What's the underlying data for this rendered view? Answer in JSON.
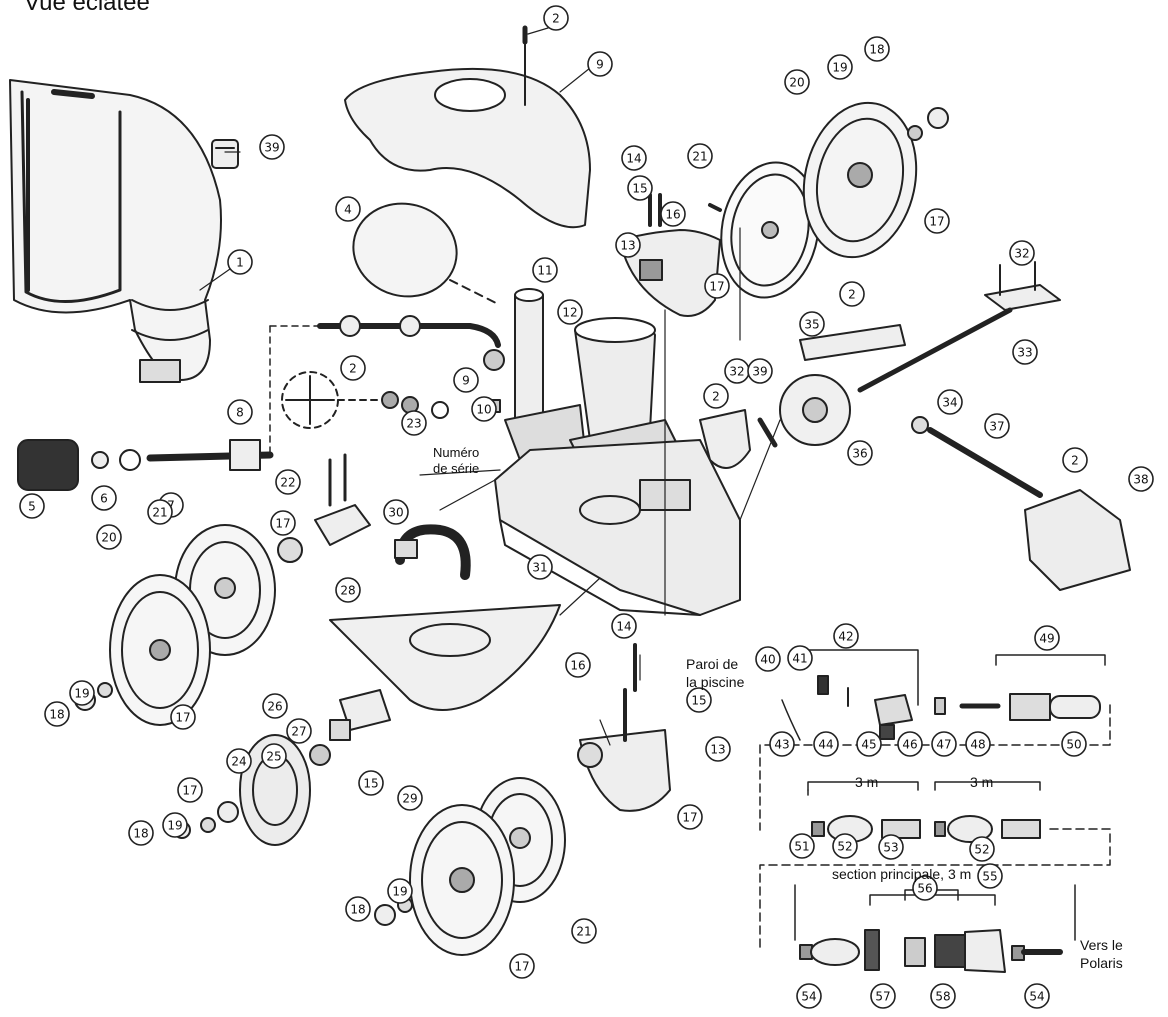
{
  "title": "Vue éclatée",
  "annotations": {
    "serial_number": "Numéro\nde série",
    "pool_wall": "Paroi de\nla piscine",
    "hose_length_1": "3 m",
    "hose_length_2": "3 m",
    "main_section": "section principale, 3 m",
    "to_polaris": "Vers le\nPolaris"
  },
  "callouts": [
    {
      "id": "c-2-top",
      "number": "2"
    },
    {
      "id": "c-9-top",
      "number": "9"
    },
    {
      "id": "c-18-tr",
      "number": "18"
    },
    {
      "id": "c-19-tr",
      "number": "19"
    },
    {
      "id": "c-20-tr",
      "number": "20"
    },
    {
      "id": "c-39-top",
      "number": "39"
    },
    {
      "id": "c-21-tr",
      "number": "21"
    },
    {
      "id": "c-14-t",
      "number": "14"
    },
    {
      "id": "c-15-t",
      "number": "15"
    },
    {
      "id": "c-16-t",
      "number": "16"
    },
    {
      "id": "c-17-tr",
      "number": "17"
    },
    {
      "id": "c-1",
      "number": "1"
    },
    {
      "id": "c-4",
      "number": "4"
    },
    {
      "id": "c-11",
      "number": "11"
    },
    {
      "id": "c-13-t",
      "number": "13"
    },
    {
      "id": "c-17-t",
      "number": "17"
    },
    {
      "id": "c-32-r",
      "number": "32"
    },
    {
      "id": "c-12",
      "number": "12"
    },
    {
      "id": "c-2-r",
      "number": "2"
    },
    {
      "id": "c-35",
      "number": "35"
    },
    {
      "id": "c-33",
      "number": "33"
    },
    {
      "id": "c-2-l",
      "number": "2"
    },
    {
      "id": "c-9-m",
      "number": "9"
    },
    {
      "id": "c-10",
      "number": "10"
    },
    {
      "id": "c-8",
      "number": "8"
    },
    {
      "id": "c-2-c",
      "number": "2"
    },
    {
      "id": "c-32-c",
      "number": "32"
    },
    {
      "id": "c-39-c",
      "number": "39"
    },
    {
      "id": "c-34",
      "number": "34"
    },
    {
      "id": "c-23",
      "number": "23"
    },
    {
      "id": "c-37",
      "number": "37"
    },
    {
      "id": "c-36",
      "number": "36"
    },
    {
      "id": "c-5",
      "number": "5"
    },
    {
      "id": "c-6",
      "number": "6"
    },
    {
      "id": "c-7",
      "number": "7"
    },
    {
      "id": "c-22",
      "number": "22"
    },
    {
      "id": "c-2-br",
      "number": "2"
    },
    {
      "id": "c-38",
      "number": "38"
    },
    {
      "id": "c-21-l",
      "number": "21"
    },
    {
      "id": "c-20-l",
      "number": "20"
    },
    {
      "id": "c-17-l",
      "number": "17"
    },
    {
      "id": "c-30",
      "number": "30"
    },
    {
      "id": "c-31",
      "number": "31"
    },
    {
      "id": "c-28",
      "number": "28"
    },
    {
      "id": "c-19-l",
      "number": "19"
    },
    {
      "id": "c-18-l",
      "number": "18"
    },
    {
      "id": "c-17-l2",
      "number": "17"
    },
    {
      "id": "c-42",
      "number": "42"
    },
    {
      "id": "c-49",
      "number": "49"
    },
    {
      "id": "c-40",
      "number": "40"
    },
    {
      "id": "c-41",
      "number": "41"
    },
    {
      "id": "c-14-b",
      "number": "14"
    },
    {
      "id": "c-26",
      "number": "26"
    },
    {
      "id": "c-27",
      "number": "27"
    },
    {
      "id": "c-16-b",
      "number": "16"
    },
    {
      "id": "c-25",
      "number": "25"
    },
    {
      "id": "c-15-m",
      "number": "15"
    },
    {
      "id": "c-29",
      "number": "29"
    },
    {
      "id": "c-15-b",
      "number": "15"
    },
    {
      "id": "c-13-b",
      "number": "13"
    },
    {
      "id": "c-24",
      "number": "24"
    },
    {
      "id": "c-17-bl",
      "number": "17"
    },
    {
      "id": "c-19-bl",
      "number": "19"
    },
    {
      "id": "c-18-bl",
      "number": "18"
    },
    {
      "id": "c-43",
      "number": "43"
    },
    {
      "id": "c-44",
      "number": "44"
    },
    {
      "id": "c-45",
      "number": "45"
    },
    {
      "id": "c-46",
      "number": "46"
    },
    {
      "id": "c-47",
      "number": "47"
    },
    {
      "id": "c-48",
      "number": "48"
    },
    {
      "id": "c-50",
      "number": "50"
    },
    {
      "id": "c-17-b",
      "number": "17"
    },
    {
      "id": "c-51",
      "number": "51"
    },
    {
      "id": "c-52-a",
      "number": "52"
    },
    {
      "id": "c-53",
      "number": "53"
    },
    {
      "id": "c-52-b",
      "number": "52"
    },
    {
      "id": "c-19-b",
      "number": "19"
    },
    {
      "id": "c-18-b",
      "number": "18"
    },
    {
      "id": "c-21-b",
      "number": "21"
    },
    {
      "id": "c-17-bb",
      "number": "17"
    },
    {
      "id": "c-56",
      "number": "56"
    },
    {
      "id": "c-55",
      "number": "55"
    },
    {
      "id": "c-54-l",
      "number": "54"
    },
    {
      "id": "c-57",
      "number": "57"
    },
    {
      "id": "c-58",
      "number": "58"
    },
    {
      "id": "c-54-r",
      "number": "54"
    }
  ]
}
